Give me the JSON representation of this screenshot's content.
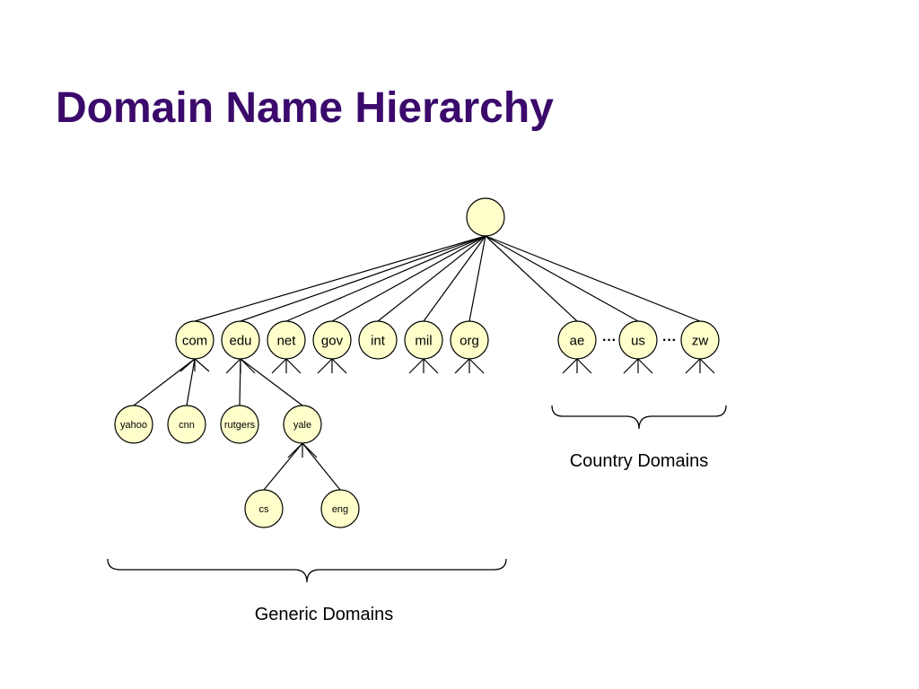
{
  "slide": {
    "title": "Domain Name Hierarchy"
  },
  "diagram": {
    "root": {
      "label": ""
    },
    "top_level": [
      {
        "id": "com",
        "label": "com",
        "group": "generic"
      },
      {
        "id": "edu",
        "label": "edu",
        "group": "generic"
      },
      {
        "id": "net",
        "label": "net",
        "group": "generic"
      },
      {
        "id": "gov",
        "label": "gov",
        "group": "generic"
      },
      {
        "id": "int",
        "label": "int",
        "group": "generic"
      },
      {
        "id": "mil",
        "label": "mil",
        "group": "generic"
      },
      {
        "id": "org",
        "label": "org",
        "group": "generic"
      },
      {
        "id": "ae",
        "label": "ae",
        "group": "country"
      },
      {
        "id": "us",
        "label": "us",
        "group": "country"
      },
      {
        "id": "zw",
        "label": "zw",
        "group": "country"
      }
    ],
    "second_level": [
      {
        "id": "yahoo",
        "label": "yahoo",
        "parent": "com"
      },
      {
        "id": "cnn",
        "label": "cnn",
        "parent": "com"
      },
      {
        "id": "rutgers",
        "label": "rutgers",
        "parent": "edu"
      },
      {
        "id": "yale",
        "label": "yale",
        "parent": "edu"
      }
    ],
    "third_level": [
      {
        "id": "cs",
        "label": "cs",
        "parent": "yale"
      },
      {
        "id": "eng",
        "label": "eng",
        "parent": "yale"
      }
    ],
    "ellipsis": "···",
    "generic_label": "Generic Domains",
    "country_label": "Country Domains",
    "colors": {
      "node_fill": "#ffffcc",
      "node_stroke": "#000000",
      "title": "#3b0a6b"
    }
  }
}
